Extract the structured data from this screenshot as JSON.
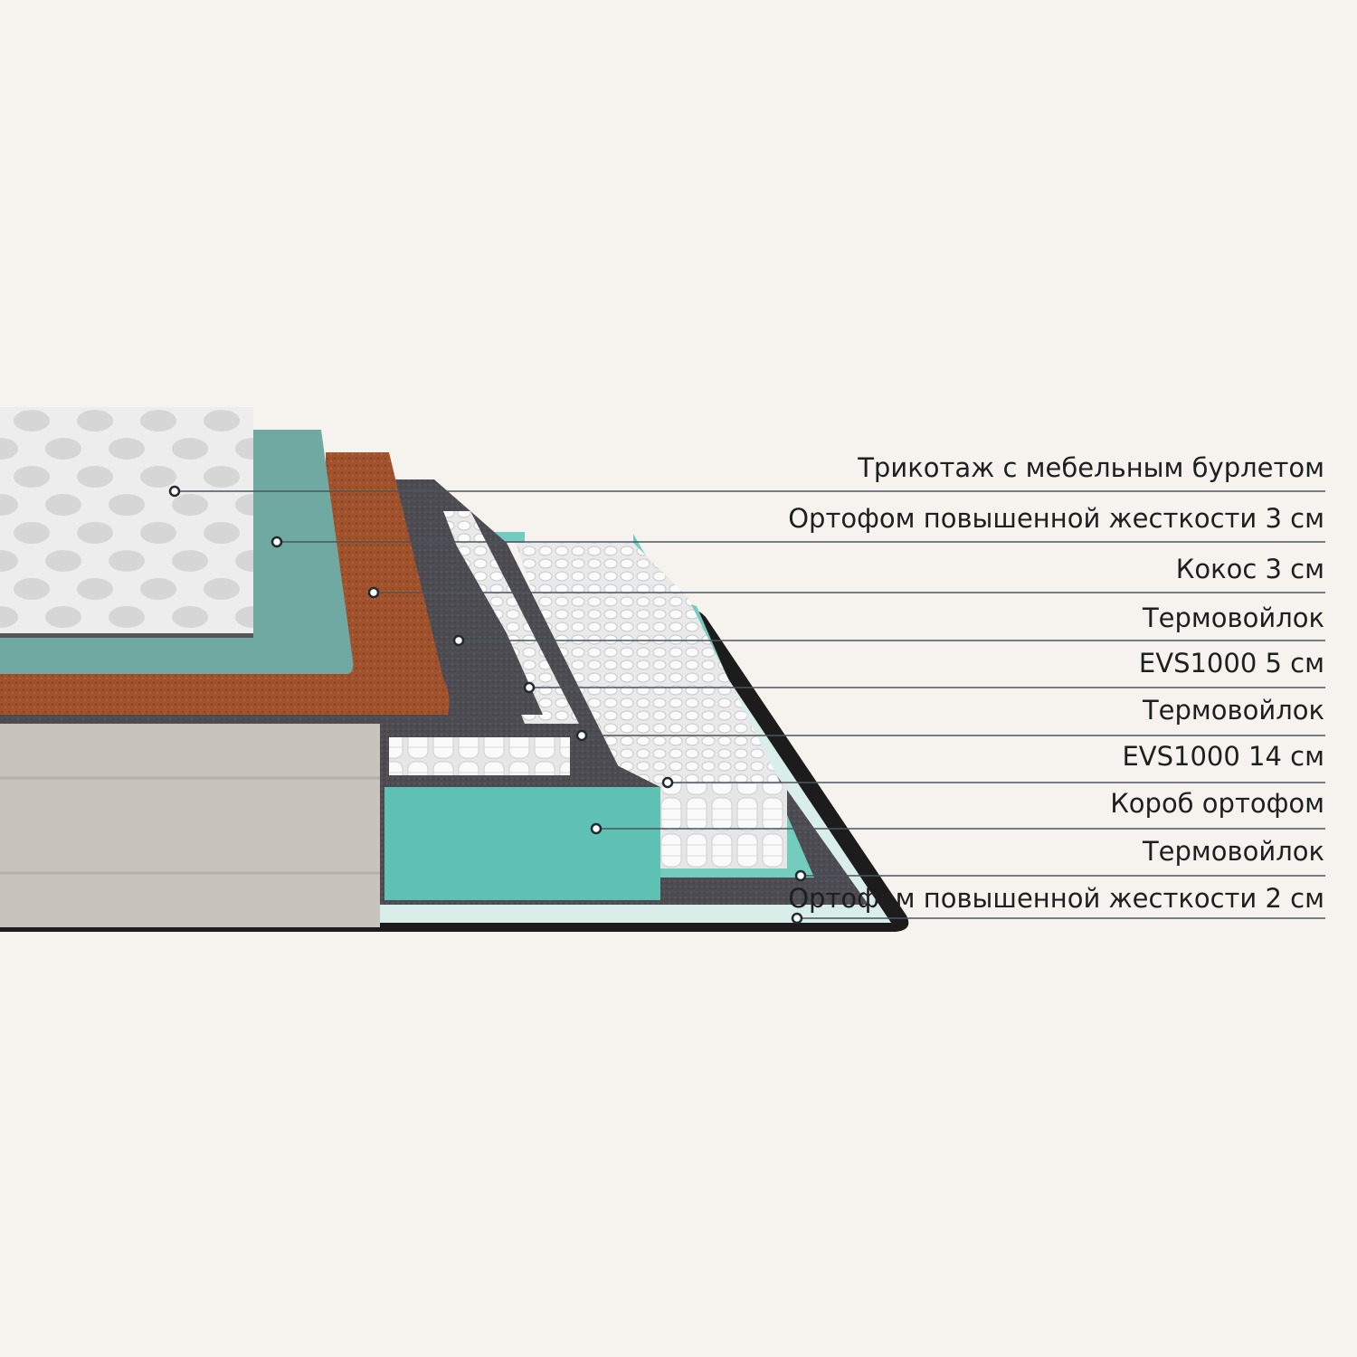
{
  "layers": [
    {
      "label": "Трикотаж с мебельным бурлетом"
    },
    {
      "label": "Ортофом повышенной жесткости 3 см"
    },
    {
      "label": "Кокос 3 см"
    },
    {
      "label": "Термовойлок"
    },
    {
      "label": "EVS1000 5 см"
    },
    {
      "label": "Термовойлок"
    },
    {
      "label": "EVS1000 14 см"
    },
    {
      "label": "Короб ортофом"
    },
    {
      "label": "Термовойлок"
    },
    {
      "label": "Ортофом повышенной жесткости 2 см"
    }
  ],
  "colors": {
    "background": "#f6f3ef",
    "knit": "#ececec",
    "orthofoam": "#6fa9a2",
    "coconut": "#a0522d",
    "felt": "#4a4a4f",
    "spring": "#f4f4f4",
    "box_foam": "#5ec1b3",
    "side_wall": "#c8c3bd",
    "base_edge": "#1c1c1c",
    "leader_line": "#4a5560"
  }
}
